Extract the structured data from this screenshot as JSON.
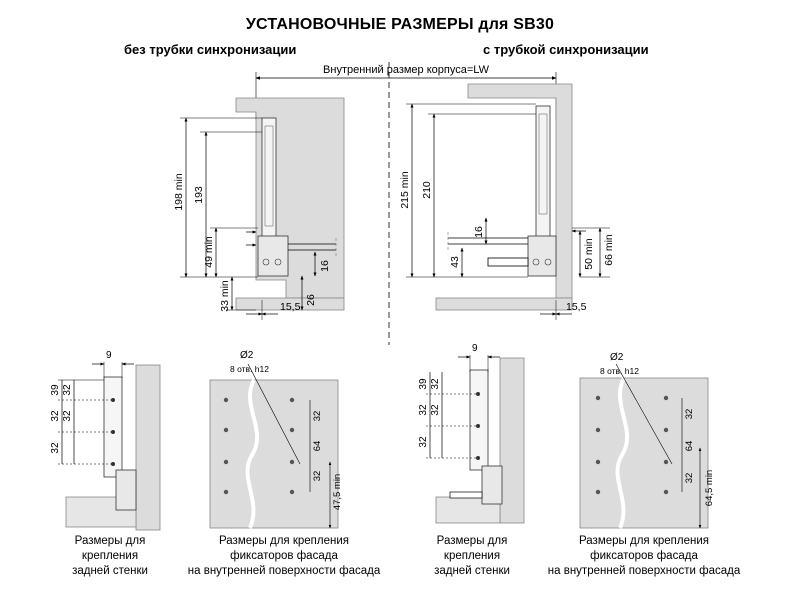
{
  "title": "УСТАНОВОЧНЫЕ РАЗМЕРЫ для SB30",
  "left_heading": "без трубки синхронизации",
  "right_heading": "с трубкой синхронизации",
  "inner_size_label": "Внутренний размер корпуса=LW",
  "left_dims": {
    "d198": "198 min",
    "d193": "193",
    "d49": "49 min",
    "d33": "33 min",
    "d16": "16",
    "d26": "26",
    "d155": "15,5"
  },
  "right_dims": {
    "d215": "215 min",
    "d210": "210",
    "d43": "43",
    "d16": "16",
    "d50": "50 min",
    "d66": "66 min",
    "d155": "15,5"
  },
  "rear_dims": {
    "d9": "9",
    "d39": "39",
    "d32a": "32",
    "d32b": "32"
  },
  "front_left_dims": {
    "hole": "Ø2",
    "holes_note": "8 отв. h12",
    "d32a": "32",
    "d64": "64",
    "d32b": "32",
    "d475": "47,5 min"
  },
  "front_right_dims": {
    "hole": "Ø2",
    "holes_note": "8 отв. h12",
    "d32a": "32",
    "d64": "64",
    "d32b": "32",
    "d645": "64,5 min"
  },
  "captions": {
    "rear1": "Размеры для",
    "rear2": "крепления",
    "rear3": "задней стенки",
    "front1": "Размеры для крепления",
    "front2": "фиксаторов фасада",
    "front3": "на внутренней поверхности фасада"
  }
}
